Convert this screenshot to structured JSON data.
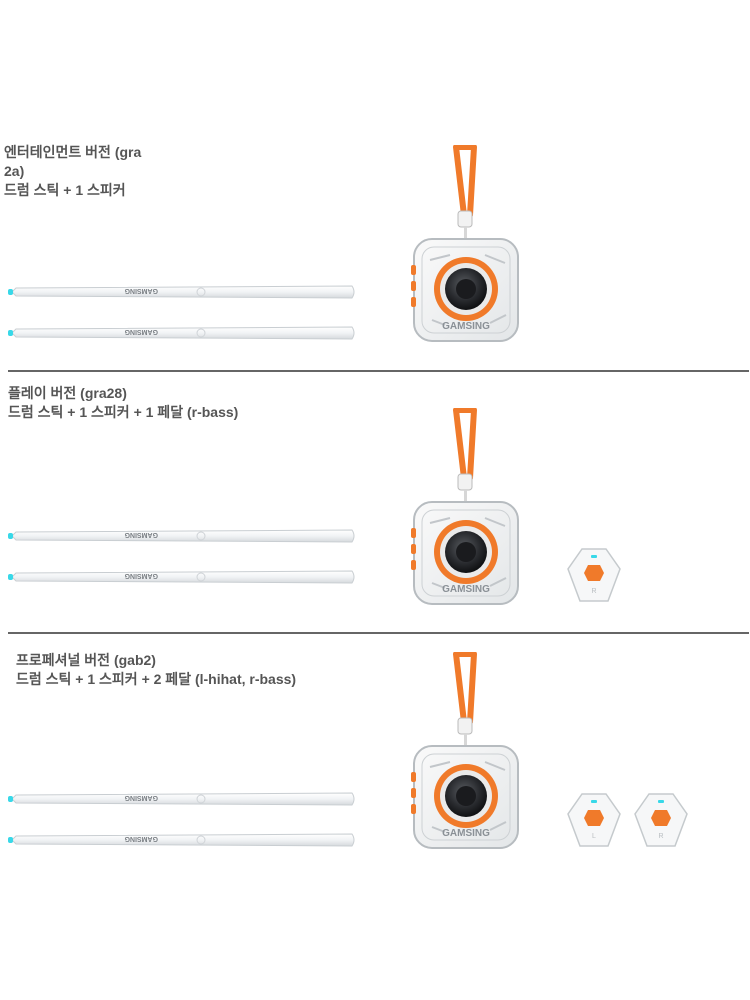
{
  "sections": [
    {
      "title": "엔터테인먼트 버전 (gra\n2a)",
      "subtitle": "드럼 스틱 + 1 스피커",
      "stick_brand": "GAMSING",
      "speaker_brand": "GAMSING",
      "pedals": 0
    },
    {
      "title": "플레이 버전 (gra28)",
      "subtitle": "드럼 스틱 + 1 스피커 + 1 페달 (r-bass)",
      "stick_brand": "GAMSING",
      "speaker_brand": "GAMSING",
      "pedals": 1
    },
    {
      "title": "프로페셔널 버전 (gab2)",
      "subtitle": "드럼 스틱 + 1 스피커 + 2 페달 (l-hihat, r-bass)",
      "stick_brand": "GAMSING",
      "speaker_brand": "GAMSING",
      "pedals": 2
    }
  ],
  "colors": {
    "accent": "#f07a2a",
    "cyan": "#38d8e8",
    "divider": "#666666",
    "text": "#555555"
  },
  "icons": [
    "drum-stick-icon",
    "speaker-icon",
    "pedal-icon"
  ]
}
